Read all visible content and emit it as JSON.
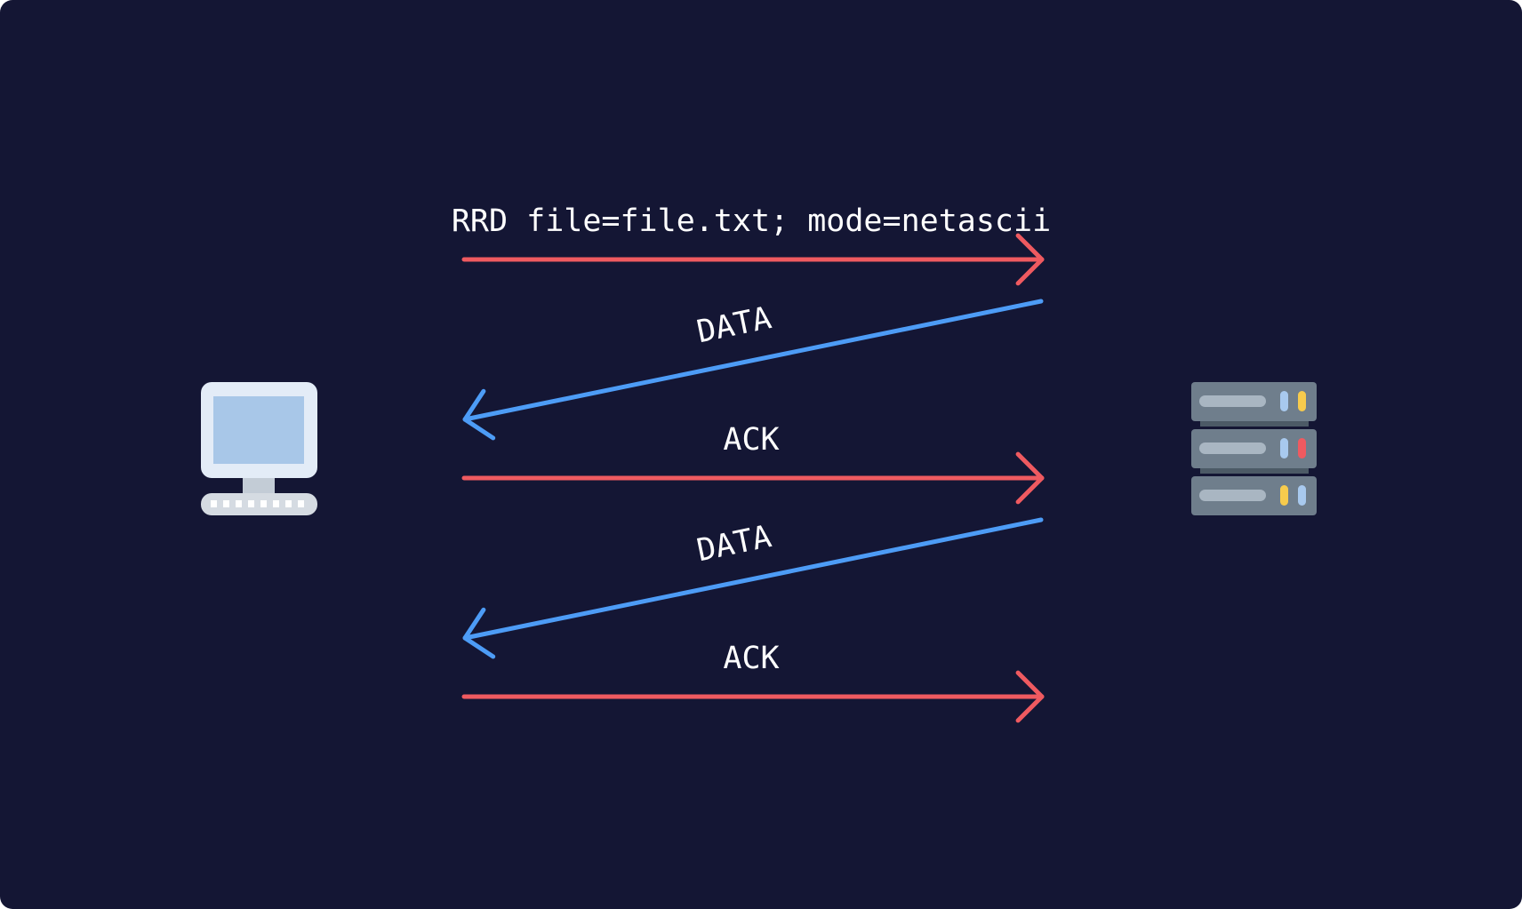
{
  "colors": {
    "background": "#141634",
    "request": "#ef5a60",
    "response": "#4d9cf6",
    "text": "#ffffff"
  },
  "client": {
    "icon": "desktop-computer-icon"
  },
  "server": {
    "icon": "server-rack-icon"
  },
  "messages": [
    {
      "label": "RRD file=file.txt; mode=netascii",
      "direction": "client-to-server"
    },
    {
      "label": "DATA",
      "direction": "server-to-client"
    },
    {
      "label": "ACK",
      "direction": "client-to-server"
    },
    {
      "label": "DATA",
      "direction": "server-to-client"
    },
    {
      "label": "ACK",
      "direction": "client-to-server"
    }
  ]
}
